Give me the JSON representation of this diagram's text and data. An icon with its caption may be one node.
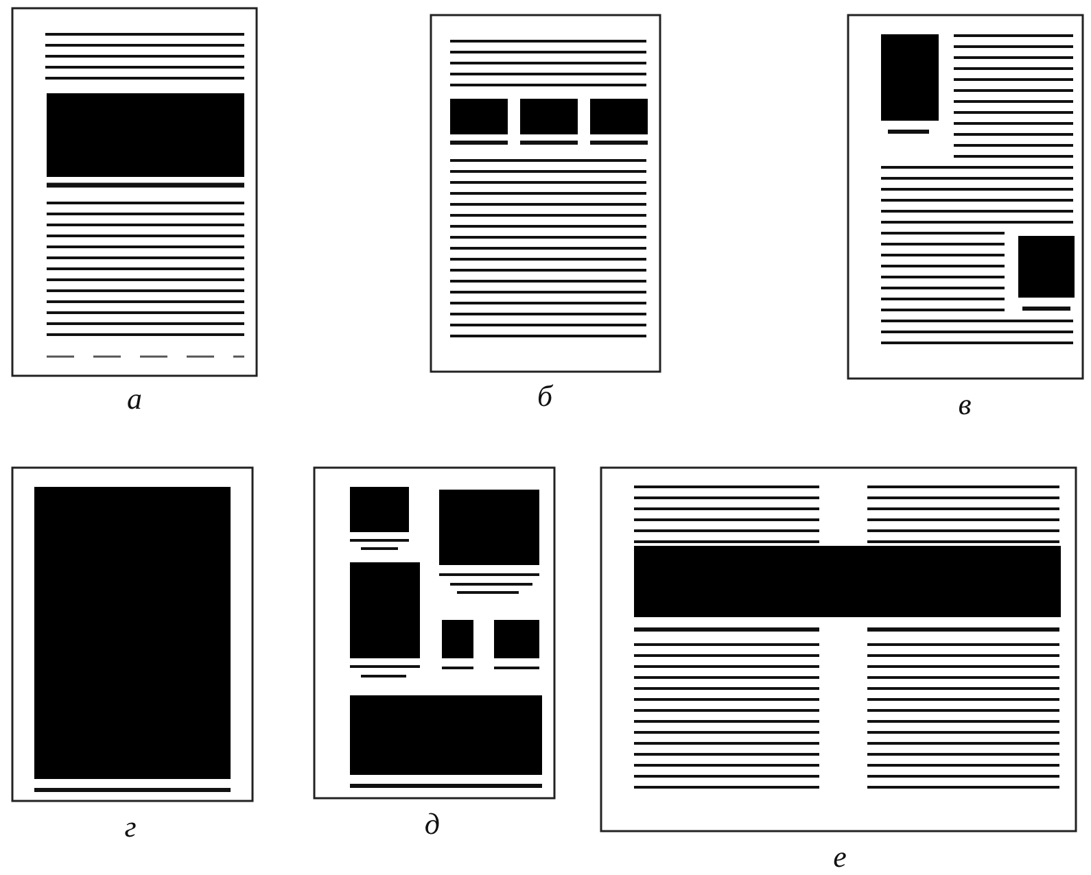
{
  "diagram": {
    "labels": [
      "а",
      "б",
      "в",
      "г",
      "д",
      "е"
    ]
  }
}
